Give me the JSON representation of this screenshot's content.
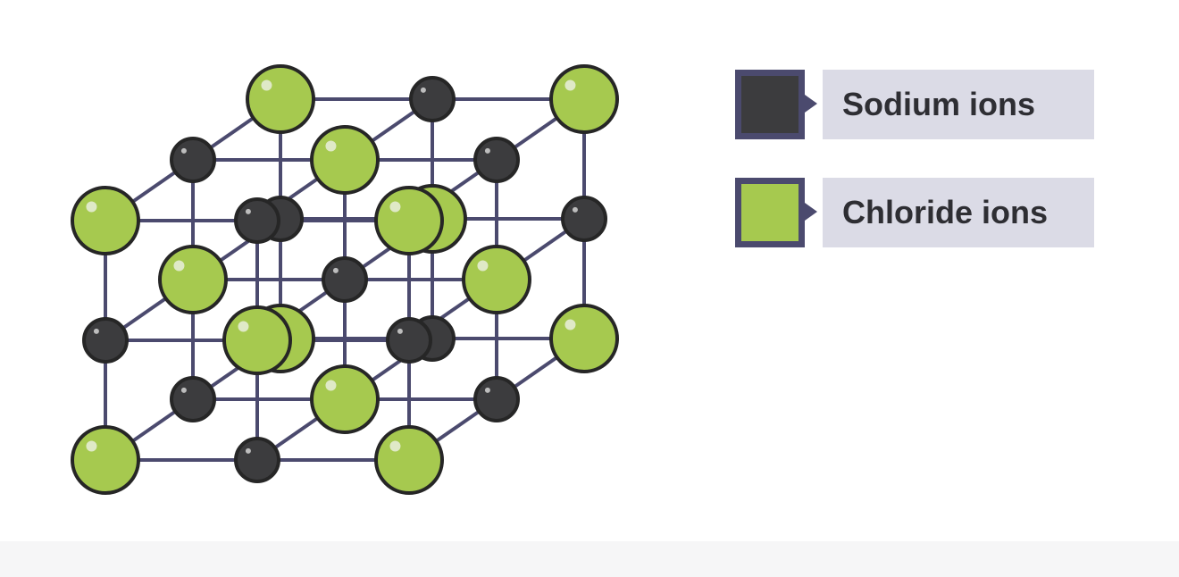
{
  "legend": {
    "items": [
      {
        "key": "sodium",
        "label": "Sodium ions",
        "color": "#3c3c3e"
      },
      {
        "key": "chloride",
        "label": "Chloride ions",
        "color": "#a6c94f"
      }
    ]
  },
  "colors": {
    "bond": "#4b4a6e",
    "outline": "#262626",
    "sodium_fill": "#3c3c3e",
    "chloride_fill": "#a6c94f",
    "legend_border": "#4b4a6e",
    "legend_label_bg": "#dbdbe6"
  },
  "lattice": {
    "size": [
      3,
      3,
      3
    ],
    "site_rule": "chloride when (i+j+k) even, sodium when odd"
  }
}
